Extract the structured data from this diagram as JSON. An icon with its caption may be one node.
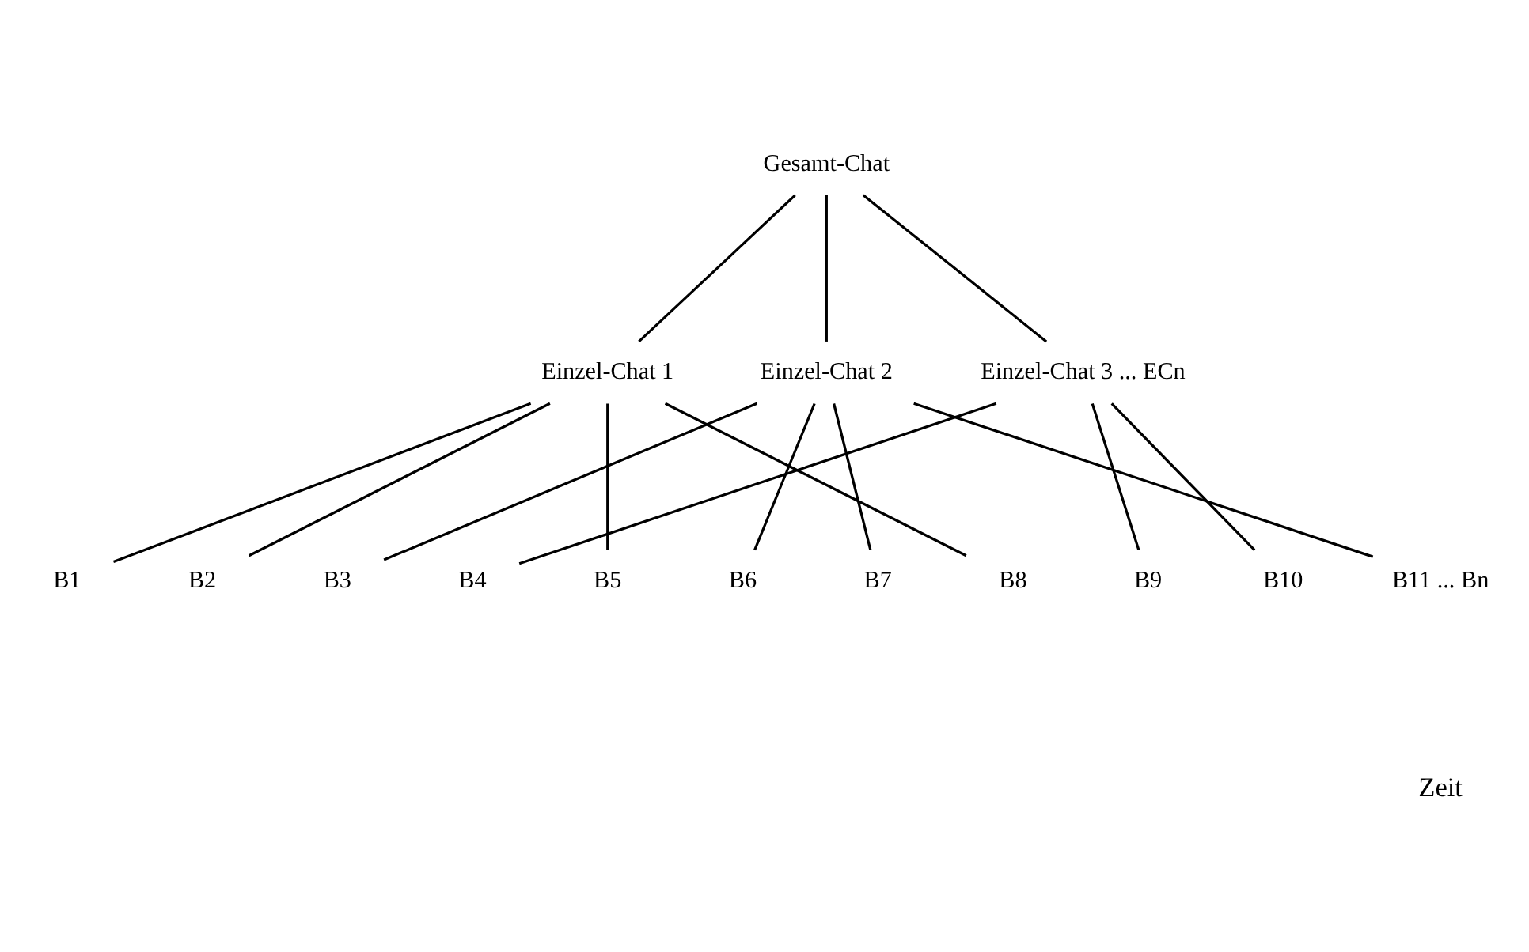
{
  "diagram": {
    "nodes": [
      {
        "text": [
          "Gesamt-Chat"
        ]
      },
      {
        "text": [
          "Einzel-Chat 1"
        ]
      },
      {
        "text": [
          "Einzel-Chat 2"
        ]
      },
      {
        "text": [
          "Einzel-Chat 3 ... ECn"
        ]
      },
      {
        "text": [
          "B1"
        ]
      },
      {
        "text": [
          "B2"
        ]
      },
      {
        "text": [
          "B3"
        ]
      },
      {
        "text": [
          "B4"
        ]
      },
      {
        "text": [
          "B5"
        ]
      },
      {
        "text": [
          "B6"
        ]
      },
      {
        "text": [
          "B7"
        ]
      },
      {
        "text": [
          "B8"
        ]
      },
      {
        "text": [
          "B9"
        ]
      },
      {
        "text": [
          "B10"
        ]
      },
      {
        "text": [
          "B11 ... Bn"
        ]
      }
    ],
    "edges": [
      {
        "from": 0,
        "to": 1,
        "arrow": "none"
      },
      {
        "from": 0,
        "to": 2,
        "arrow": "none"
      },
      {
        "from": 0,
        "to": 3,
        "arrow": "none"
      },
      {
        "from": 1,
        "to": 4,
        "arrow": "none"
      },
      {
        "from": 1,
        "to": 5,
        "arrow": "none"
      },
      {
        "from": 1,
        "to": 8,
        "arrow": "none"
      },
      {
        "from": 1,
        "to": 11,
        "arrow": "none"
      },
      {
        "from": 2,
        "to": 6,
        "arrow": "none"
      },
      {
        "from": 2,
        "to": 9,
        "arrow": "none"
      },
      {
        "from": 2,
        "to": 10,
        "arrow": "none"
      },
      {
        "from": 2,
        "to": 14,
        "arrow": "none"
      },
      {
        "from": 3,
        "to": 7,
        "arrow": "none"
      },
      {
        "from": 3,
        "to": 12,
        "arrow": "none"
      },
      {
        "from": 3,
        "to": 13,
        "arrow": "none"
      }
    ],
    "labels": [
      "Zeit"
    ]
  }
}
